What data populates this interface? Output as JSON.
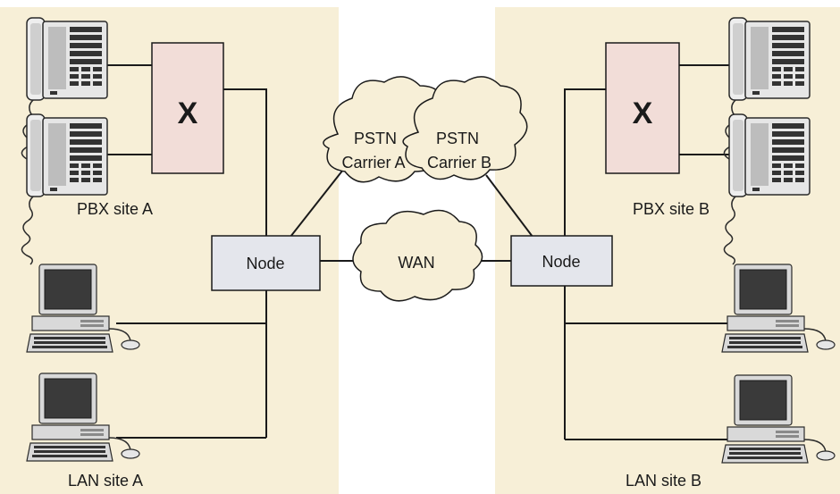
{
  "site_a": {
    "pbx_symbol": "X",
    "pbx_label": "PBX site A",
    "node_label": "Node",
    "lan_label": "LAN site A"
  },
  "site_b": {
    "pbx_symbol": "X",
    "pbx_label": "PBX site B",
    "node_label": "Node",
    "lan_label": "LAN site B"
  },
  "clouds": {
    "carrier_a": {
      "line1": "PSTN",
      "line2": "Carrier A"
    },
    "carrier_b": {
      "line1": "PSTN",
      "line2": "Carrier B"
    },
    "wan": {
      "label": "WAN"
    }
  },
  "colors": {
    "site_background": "#f7efd7",
    "pbx_fill": "#f2ddd8",
    "node_fill": "#e4e6ec",
    "line": "#1a1a1a"
  },
  "icons": [
    "desk-phone-icon",
    "desktop-computer-icon",
    "cloud-icon"
  ]
}
